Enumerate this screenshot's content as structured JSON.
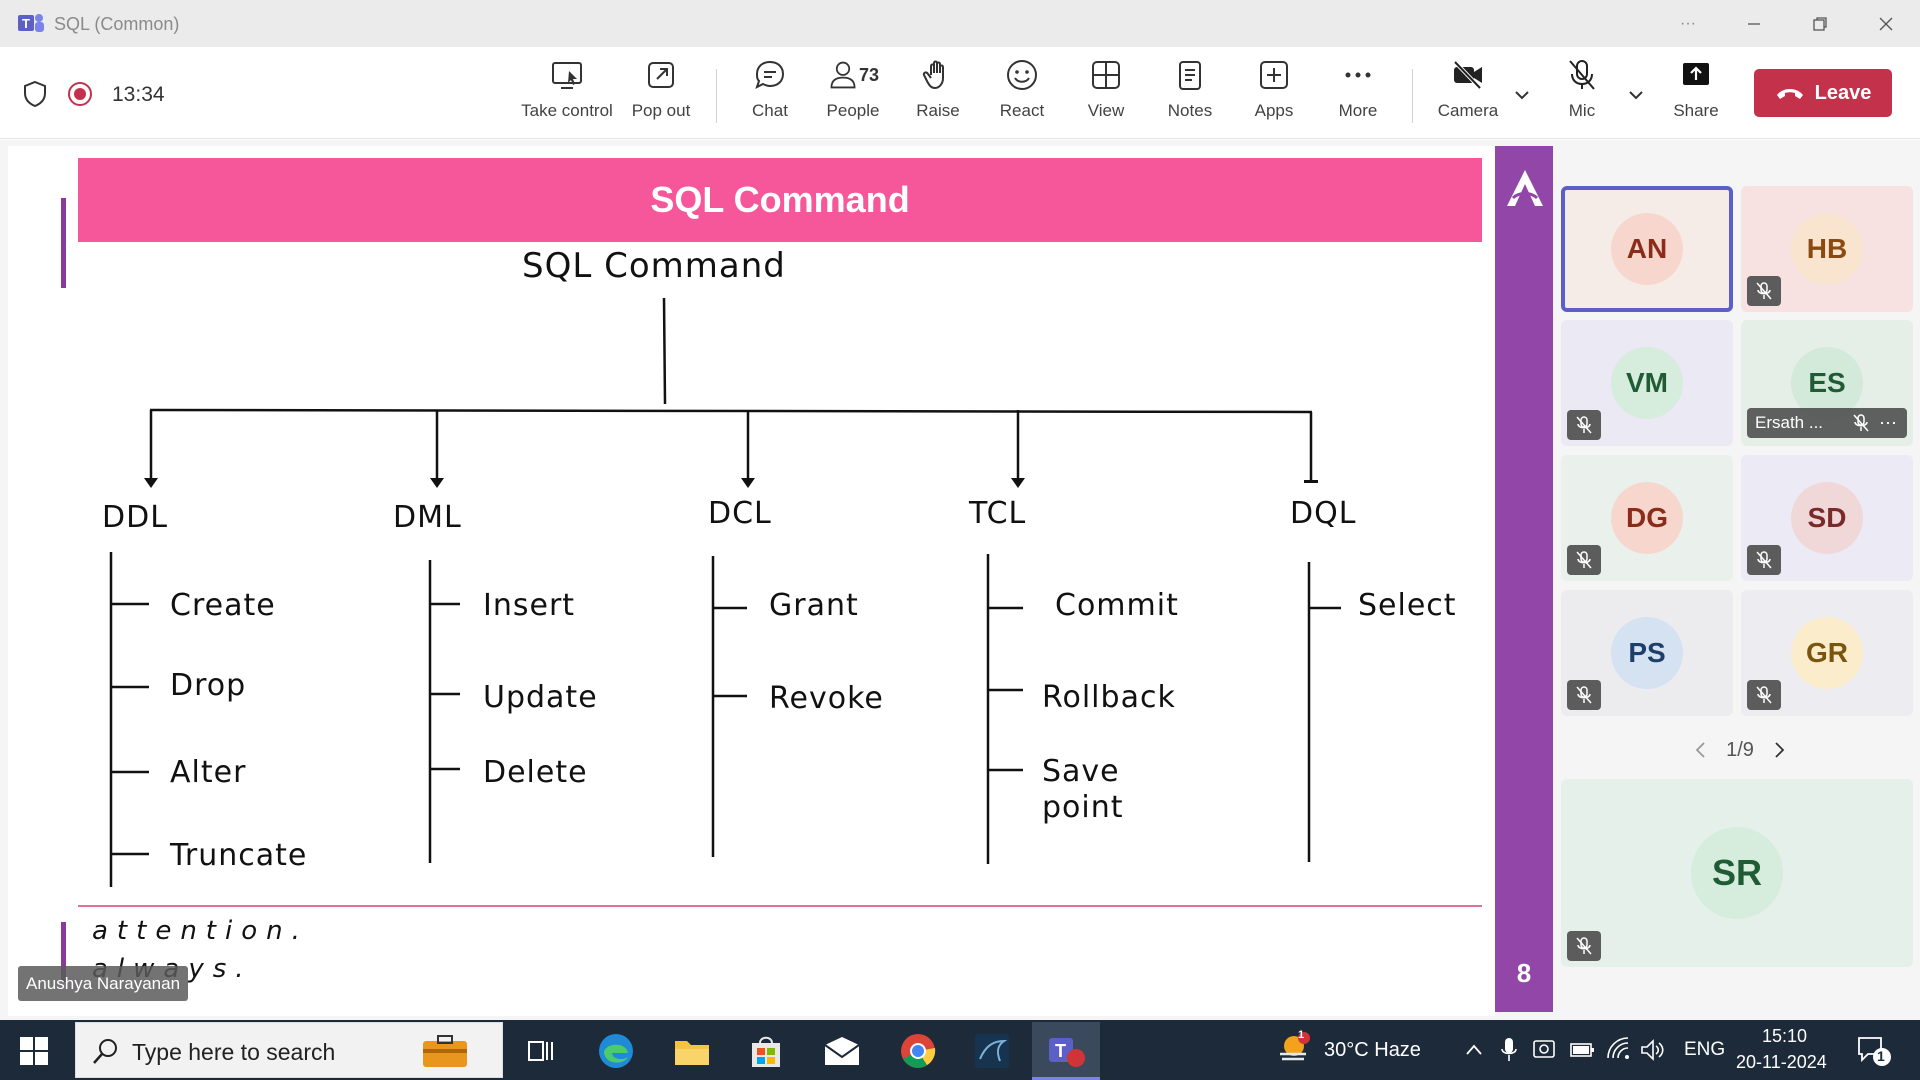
{
  "window": {
    "title": "SQL (Common)"
  },
  "meeting": {
    "timer": "13:34",
    "people_count": "73",
    "toolbar": {
      "take_control": "Take control",
      "pop_out": "Pop out",
      "chat": "Chat",
      "people": "People",
      "raise": "Raise",
      "react": "React",
      "view": "View",
      "notes": "Notes",
      "apps": "Apps",
      "more": "More",
      "camera": "Camera",
      "mic": "Mic",
      "share": "Share",
      "leave": "Leave"
    }
  },
  "slide": {
    "header": "SQL Command",
    "tree_title": "SQL Command",
    "categories": [
      {
        "name": "DDL",
        "items": [
          "Create",
          "Drop",
          "Alter",
          "Truncate"
        ]
      },
      {
        "name": "DML",
        "items": [
          "Insert",
          "Update",
          "Delete"
        ]
      },
      {
        "name": "DCL",
        "items": [
          "Grant",
          "Revoke"
        ]
      },
      {
        "name": "TCL",
        "items": [
          "Commit",
          "Rollback",
          "Save",
          "point"
        ]
      },
      {
        "name": "DQL",
        "items": [
          "Select"
        ]
      }
    ],
    "bottom_line_1": "attention.",
    "bottom_line_2": "always.",
    "page_number": "8",
    "presenter_name": "Anushya Narayanan"
  },
  "participants": [
    {
      "initials": "AN",
      "muted": false,
      "active": true,
      "bg": "#f5ece7",
      "avatar_bg": "#f7d6cd",
      "color": "#8b2c1a"
    },
    {
      "initials": "HB",
      "muted": true,
      "active": false,
      "bg": "#f7e1e1",
      "avatar_bg": "#f9e4cf",
      "color": "#8a4a12"
    },
    {
      "initials": "VM",
      "muted": true,
      "active": false,
      "bg": "#ebe9f3",
      "avatar_bg": "#d6ecdc",
      "color": "#1f5c35"
    },
    {
      "initials": "ES",
      "muted": true,
      "active": false,
      "bg": "#e5efe7",
      "avatar_bg": "#d3e9da",
      "color": "#1f5c35",
      "label": "Ersath ..."
    },
    {
      "initials": "DG",
      "muted": true,
      "active": false,
      "bg": "#eaf0ec",
      "avatar_bg": "#f7d6cd",
      "color": "#8b2c1a"
    },
    {
      "initials": "SD",
      "muted": true,
      "active": false,
      "bg": "#eceaf4",
      "avatar_bg": "#f0d8d8",
      "color": "#7a2a2a"
    },
    {
      "initials": "PS",
      "muted": true,
      "active": false,
      "bg": "#ececef",
      "avatar_bg": "#d4e2f2",
      "color": "#1f3f6b"
    },
    {
      "initials": "GR",
      "muted": true,
      "active": false,
      "bg": "#ececf1",
      "avatar_bg": "#fbeccb",
      "color": "#7a5510"
    },
    {
      "initials": "SR",
      "muted": true,
      "active": false,
      "bg": "#e6f0eb",
      "avatar_bg": "#d6ecdc",
      "color": "#1f5c35"
    }
  ],
  "pager": "1/9",
  "taskbar": {
    "search_placeholder": "Type here to search",
    "weather": "30°C  Haze",
    "weather_badge": "1",
    "language": "ENG",
    "time": "15:10",
    "date": "20-11-2024",
    "notifications": "1"
  }
}
